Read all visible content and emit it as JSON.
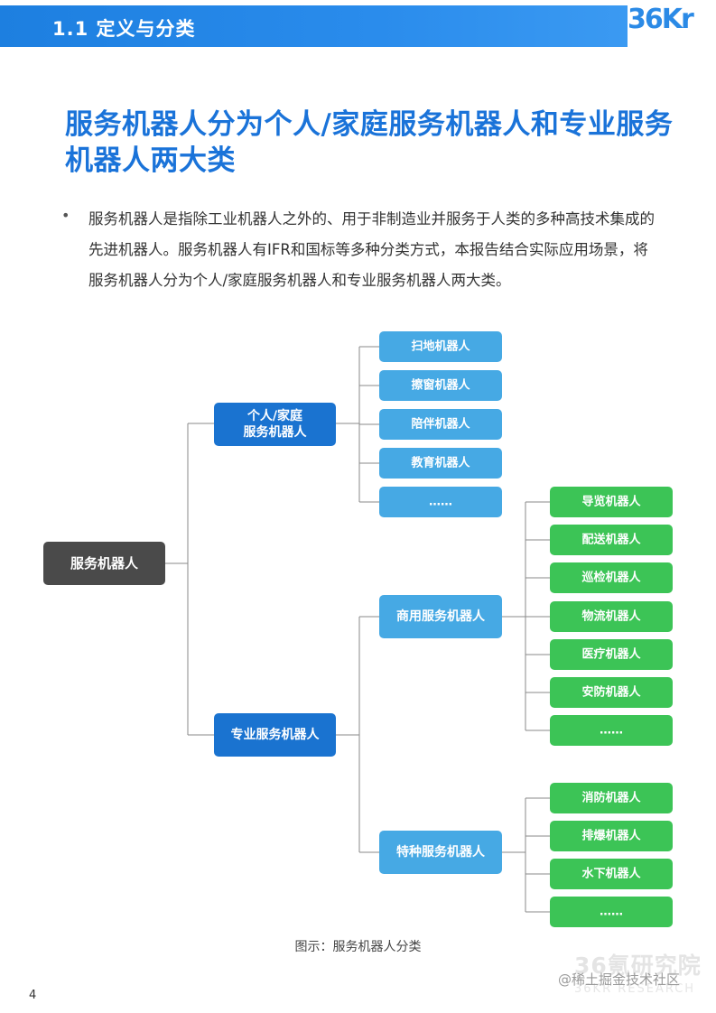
{
  "header": {
    "section_title": "1.1 定义与分类",
    "logo_text": "36Kr"
  },
  "headline": "服务机器人分为个人/家庭服务机器人和专业服务机器人两大类",
  "bullet": {
    "marker": "•",
    "text": "服务机器人是指除工业机器人之外的、用于非制造业并服务于人类的多种高技术集成的先进机器人。服务机器人有IFR和国标等多种分类方式，本报告结合实际应用场景，将服务机器人分为个人/家庭服务机器人和专业服务机器人两大类。"
  },
  "diagram": {
    "root": "服务机器人",
    "personal": {
      "label_line1": "个人/家庭",
      "label_line2": "服务机器人",
      "children": [
        "扫地机器人",
        "擦窗机器人",
        "陪伴机器人",
        "教育机器人",
        "……"
      ]
    },
    "professional": {
      "label": "专业服务机器人",
      "commercial": {
        "label": "商用服务机器人",
        "children": [
          "导览机器人",
          "配送机器人",
          "巡检机器人",
          "物流机器人",
          "医疗机器人",
          "安防机器人",
          "……"
        ]
      },
      "special": {
        "label": "特种服务机器人",
        "children": [
          "消防机器人",
          "排爆机器人",
          "水下机器人",
          "……"
        ]
      }
    },
    "colors": {
      "root": "#4a4a4a",
      "level1": "#1a73d0",
      "level2": "#46a9e4",
      "leaf_green": "#3cc456",
      "line": "#8a8a8a"
    }
  },
  "caption": "图示：服务机器人分类",
  "page_number": "4",
  "watermark": {
    "brand": "36氪研究院",
    "sub": "36KR RESEARCH",
    "community": "@稀土掘金技术社区"
  }
}
